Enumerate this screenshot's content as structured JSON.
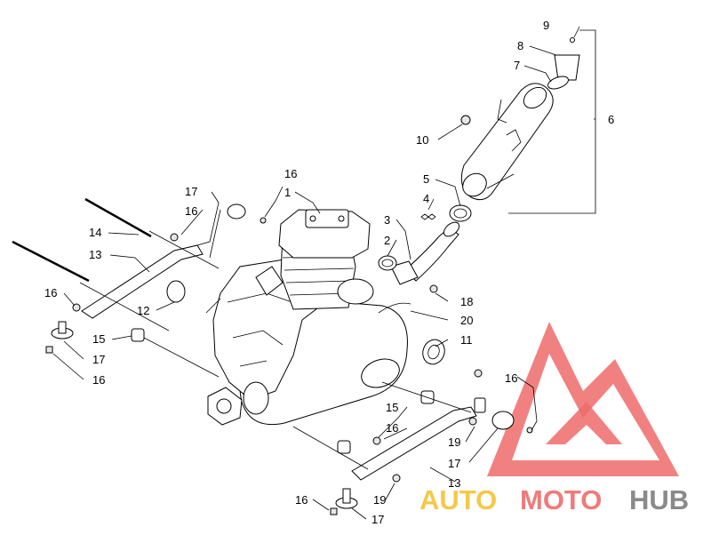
{
  "diagram": {
    "callouts": [
      {
        "id": "c9",
        "text": "9"
      },
      {
        "id": "c8",
        "text": "8"
      },
      {
        "id": "c7",
        "text": "7"
      },
      {
        "id": "c6",
        "text": "6"
      },
      {
        "id": "c10",
        "text": "10"
      },
      {
        "id": "c5",
        "text": "5"
      },
      {
        "id": "c4",
        "text": "4"
      },
      {
        "id": "c3",
        "text": "3"
      },
      {
        "id": "c2",
        "text": "2"
      },
      {
        "id": "c18",
        "text": "18"
      },
      {
        "id": "c20",
        "text": "20"
      },
      {
        "id": "c11",
        "text": "11"
      },
      {
        "id": "c16a",
        "text": "16"
      },
      {
        "id": "c1",
        "text": "1"
      },
      {
        "id": "c17a",
        "text": "17"
      },
      {
        "id": "c16b",
        "text": "16"
      },
      {
        "id": "c14",
        "text": "14"
      },
      {
        "id": "c13a",
        "text": "13"
      },
      {
        "id": "c16c",
        "text": "16"
      },
      {
        "id": "c12",
        "text": "12"
      },
      {
        "id": "c15a",
        "text": "15"
      },
      {
        "id": "c17b",
        "text": "17"
      },
      {
        "id": "c16d",
        "text": "16"
      },
      {
        "id": "c16e",
        "text": "16"
      },
      {
        "id": "c15b",
        "text": "15"
      },
      {
        "id": "c16f",
        "text": "16"
      },
      {
        "id": "c19a",
        "text": "19"
      },
      {
        "id": "c17c",
        "text": "17"
      },
      {
        "id": "c13b",
        "text": "13"
      },
      {
        "id": "c19b",
        "text": "19"
      },
      {
        "id": "c16g",
        "text": "16"
      },
      {
        "id": "c17d",
        "text": "17"
      }
    ]
  },
  "watermark": {
    "part1": "AUTO",
    "part2": "MOTO",
    "part3": "HUB",
    "colors": {
      "auto": "#f5c84a",
      "moto": "#f07a7a",
      "hub": "#8a8a8a",
      "logo": "#ee6b6b"
    }
  }
}
